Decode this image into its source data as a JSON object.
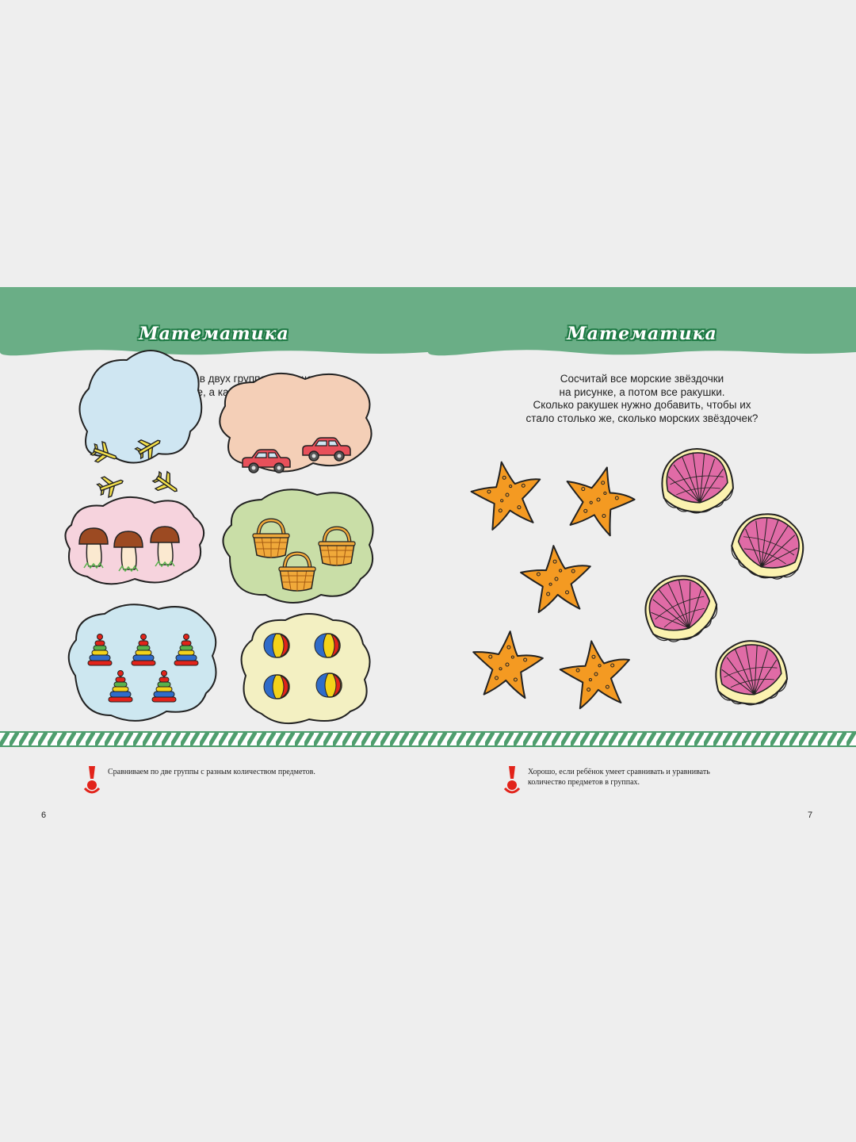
{
  "left": {
    "heading": "Математика",
    "task_lines": [
      "Каких предметов в двух группах больше,",
      "каких меньше, а каких поровну?"
    ],
    "note": "Сравниваем по две группы с разным количеством предметов.",
    "note_badge": "Для взрослых",
    "page_number": "6"
  },
  "right": {
    "heading": "Математика",
    "task_lines": [
      "Сосчитай все морские звёздочки",
      "на рисунке, а потом все ракушки.",
      "Сколько ракушек нужно добавить, чтобы их",
      "стало столько же, сколько морских звёздочек?"
    ],
    "note_lines": [
      "Хорошо, если ребёнок умеет сравнивать и уравнивать",
      "количество предметов в группах."
    ],
    "note_badge": "Для взрослых",
    "page_number": "7"
  },
  "colors": {
    "header_green": "#6aae86",
    "title_outline": "#1f7a45",
    "stripe_green": "#4f9e6e",
    "alert_red": "#e2231a"
  }
}
